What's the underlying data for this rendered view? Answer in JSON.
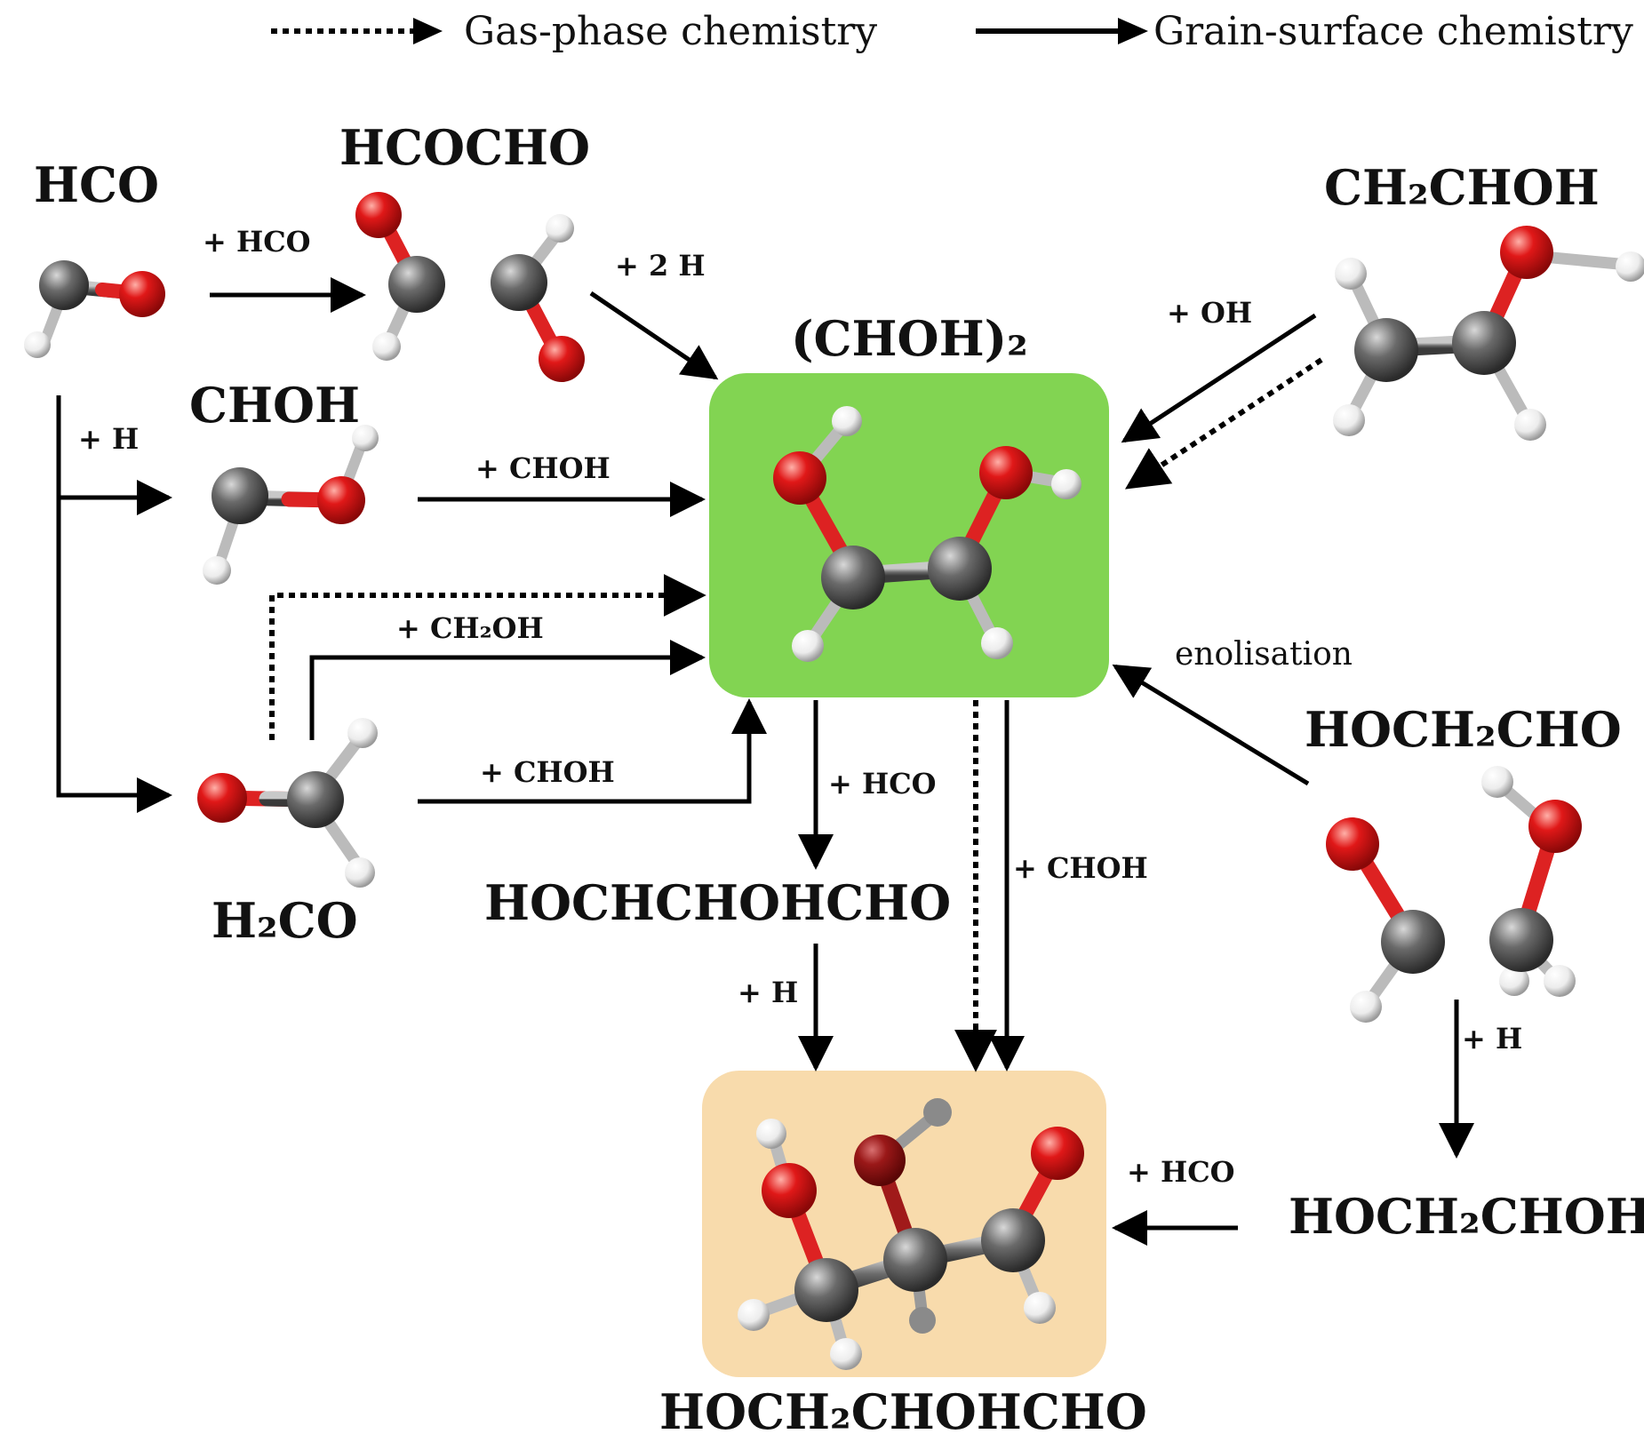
{
  "legend": {
    "gas_phase": "Gas-phase chemistry",
    "grain_surface": "Grain-surface chemistry"
  },
  "molecules": {
    "hco": "HCO",
    "hcocho": "HCOCHO",
    "choh": "CHOH",
    "h2co": "H₂CO",
    "choh2": "(CHOH)₂",
    "ch2choh": "CH₂CHOH",
    "hoch2cho": "HOCH₂CHO",
    "hochchohcho": "HOCHCHOHCHO",
    "hoch2choh": "HOCH₂CHOH",
    "product": "HOCH₂CHOHCHO"
  },
  "reactions": {
    "plus_hco_1": "+ HCO",
    "plus_2h": "+ 2 H",
    "plus_h_1": "+ H",
    "plus_choh_1": "+ CHOH",
    "plus_ch2oh": "+ CH₂OH",
    "plus_choh_2": "+ CHOH",
    "plus_oh": "+ OH",
    "enolisation": "enolisation",
    "plus_hco_2": "+ HCO",
    "plus_choh_3": "+ CHOH",
    "plus_h_2": "+ H",
    "plus_h_3": "+ H",
    "plus_hco_3": "+ HCO"
  },
  "colors": {
    "highlight_green": "#82d452",
    "highlight_orange": "#f8dbac",
    "carbon": "#555555",
    "oxygen": "#e01010",
    "hydrogen": "#f2f2f2"
  }
}
